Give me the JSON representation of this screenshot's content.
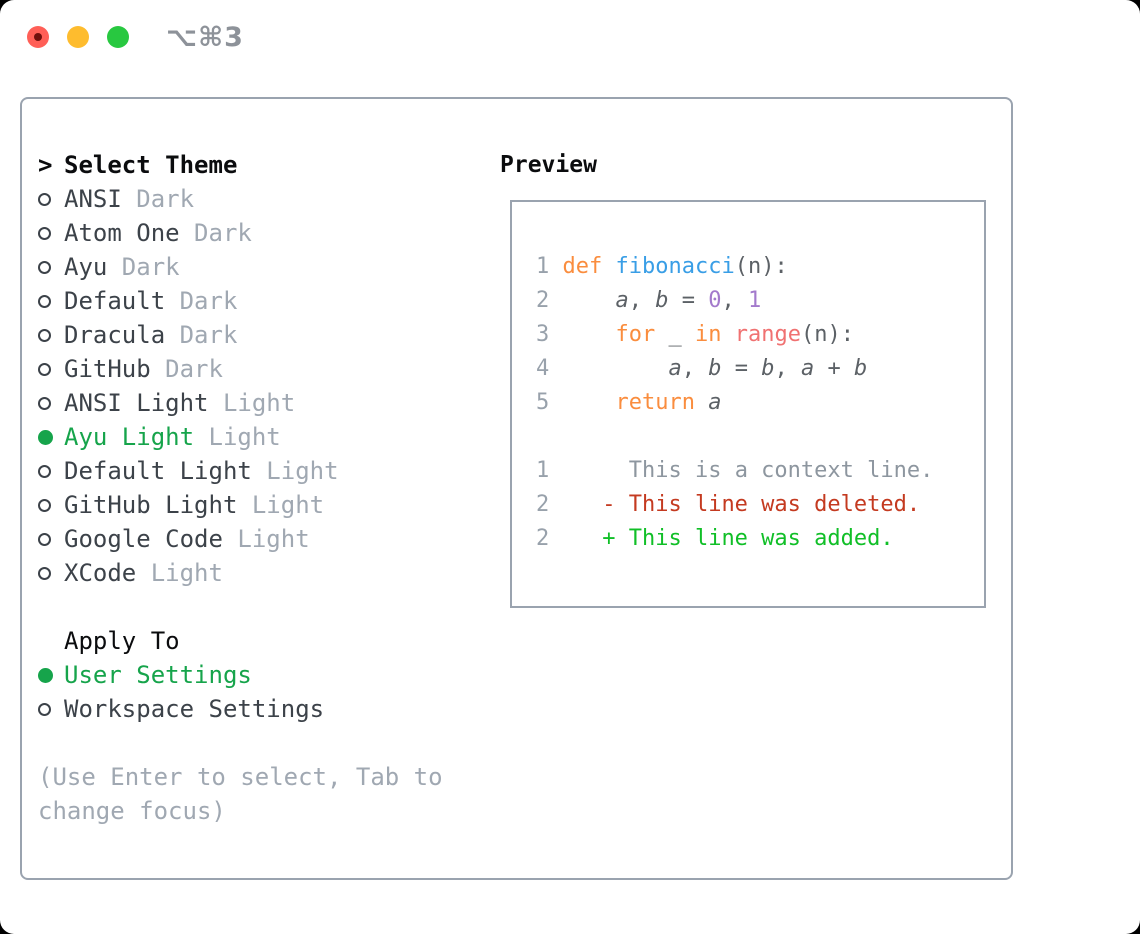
{
  "window": {
    "shortcut": "⌥⌘3"
  },
  "colors": {
    "tl-red": "#FF5F57",
    "tl-red-dot": "#70100D",
    "tl-yellow": "#FEBC2E",
    "tl-green": "#28C840",
    "shortcut": "#8D9299",
    "border": "#9AA3AF",
    "text-strong": "#0B0C0E",
    "text-item": "#3C4249",
    "text-muted": "#A0A8B2",
    "accent-green": "#16A44B",
    "line-number": "#98A1AB",
    "code-fg": "#5C6166",
    "code-keyword": "#FA8D3E",
    "code-function": "#399EE6",
    "code-number": "#A37ACC",
    "code-builtin": "#F07171",
    "diff-context": "#8D969F",
    "diff-deleted": "#C43A20",
    "diff-added": "#10BF27"
  },
  "theme_picker": {
    "prompt": ">",
    "title": "Select Theme",
    "items": [
      {
        "name": "ANSI",
        "variant": "Dark",
        "selected": false
      },
      {
        "name": "Atom One",
        "variant": "Dark",
        "selected": false
      },
      {
        "name": "Ayu",
        "variant": "Dark",
        "selected": false
      },
      {
        "name": "Default",
        "variant": "Dark",
        "selected": false
      },
      {
        "name": "Dracula",
        "variant": "Dark",
        "selected": false
      },
      {
        "name": "GitHub",
        "variant": "Dark",
        "selected": false
      },
      {
        "name": "ANSI Light",
        "variant": "Light",
        "selected": false
      },
      {
        "name": "Ayu Light",
        "variant": "Light",
        "selected": true
      },
      {
        "name": "Default Light",
        "variant": "Light",
        "selected": false
      },
      {
        "name": "GitHub Light",
        "variant": "Light",
        "selected": false
      },
      {
        "name": "Google Code",
        "variant": "Light",
        "selected": false
      },
      {
        "name": "XCode",
        "variant": "Light",
        "selected": false
      }
    ]
  },
  "apply_to": {
    "title": "Apply To",
    "options": [
      {
        "label": "User Settings",
        "selected": true
      },
      {
        "label": "Workspace Settings",
        "selected": false
      }
    ]
  },
  "hint": [
    "(Use Enter to select, Tab to",
    "change focus)"
  ],
  "preview": {
    "title": "Preview",
    "code_lines": [
      [
        [
          "ln",
          "1"
        ],
        [
          "pl",
          " "
        ],
        [
          "kw",
          "def"
        ],
        [
          "pl",
          " "
        ],
        [
          "fn",
          "fibonacci"
        ],
        [
          "pl",
          "(n):"
        ]
      ],
      [
        [
          "ln",
          "2"
        ],
        [
          "pl",
          "     "
        ],
        [
          "vr",
          "a"
        ],
        [
          "pl",
          ", "
        ],
        [
          "vr",
          "b"
        ],
        [
          "pl",
          " = "
        ],
        [
          "nm",
          "0"
        ],
        [
          "pl",
          ", "
        ],
        [
          "nm",
          "1"
        ]
      ],
      [
        [
          "ln",
          "3"
        ],
        [
          "pl",
          "     "
        ],
        [
          "kw",
          "for"
        ],
        [
          "pl",
          " _ "
        ],
        [
          "kw",
          "in"
        ],
        [
          "pl",
          " "
        ],
        [
          "rg",
          "range"
        ],
        [
          "pl",
          "(n):"
        ]
      ],
      [
        [
          "ln",
          "4"
        ],
        [
          "pl",
          "         "
        ],
        [
          "vr",
          "a"
        ],
        [
          "pl",
          ", "
        ],
        [
          "vr",
          "b"
        ],
        [
          "pl",
          " = "
        ],
        [
          "vr",
          "b"
        ],
        [
          "pl",
          ", "
        ],
        [
          "vr",
          "a"
        ],
        [
          "pl",
          " + "
        ],
        [
          "vr",
          "b"
        ]
      ],
      [
        [
          "ln",
          "5"
        ],
        [
          "pl",
          "     "
        ],
        [
          "kw",
          "return"
        ],
        [
          "pl",
          " "
        ],
        [
          "vr",
          "a"
        ]
      ],
      [],
      [
        [
          "ln",
          "1"
        ],
        [
          "pl",
          "      "
        ],
        [
          "ctx",
          "This is a context line."
        ]
      ],
      [
        [
          "ln",
          "2"
        ],
        [
          "pl",
          "    "
        ],
        [
          "del",
          "- This line was deleted."
        ]
      ],
      [
        [
          "ln",
          "2"
        ],
        [
          "pl",
          "    "
        ],
        [
          "add",
          "+ This line was added."
        ]
      ]
    ]
  }
}
